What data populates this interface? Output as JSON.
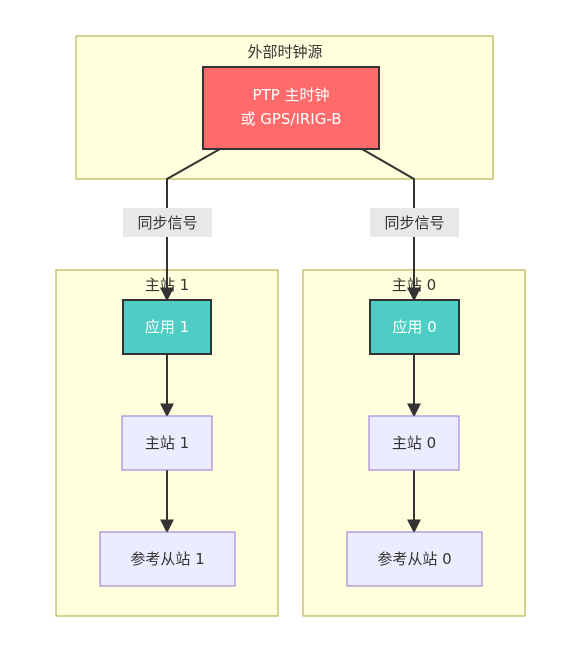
{
  "diagram": {
    "clusters": {
      "external": {
        "title": "外部时钟源"
      },
      "station1": {
        "title": "主站 1"
      },
      "station0": {
        "title": "主站 0"
      }
    },
    "nodes": {
      "ptp_master": {
        "line1": "PTP 主时钟",
        "line2": "或 GPS/IRIG-B"
      },
      "app1": {
        "label": "应用 1"
      },
      "app0": {
        "label": "应用 0"
      },
      "master1": {
        "label": "主站 1"
      },
      "master0": {
        "label": "主站 0"
      },
      "ref1": {
        "label": "参考从站 1"
      },
      "ref0": {
        "label": "参考从站 0"
      }
    },
    "edge_labels": {
      "sync_left": "同步信号",
      "sync_right": "同步信号"
    },
    "colors": {
      "cluster_fill": "#ffffde",
      "cluster_stroke": "#aaaa33",
      "ptp_fill": "#ff6b6b",
      "app_fill": "#4ecdc4",
      "node_fill": "#ececff",
      "node_stroke": "#9370db",
      "dark_stroke": "#333333",
      "edge_label_bg": "#e8e8e8"
    }
  }
}
